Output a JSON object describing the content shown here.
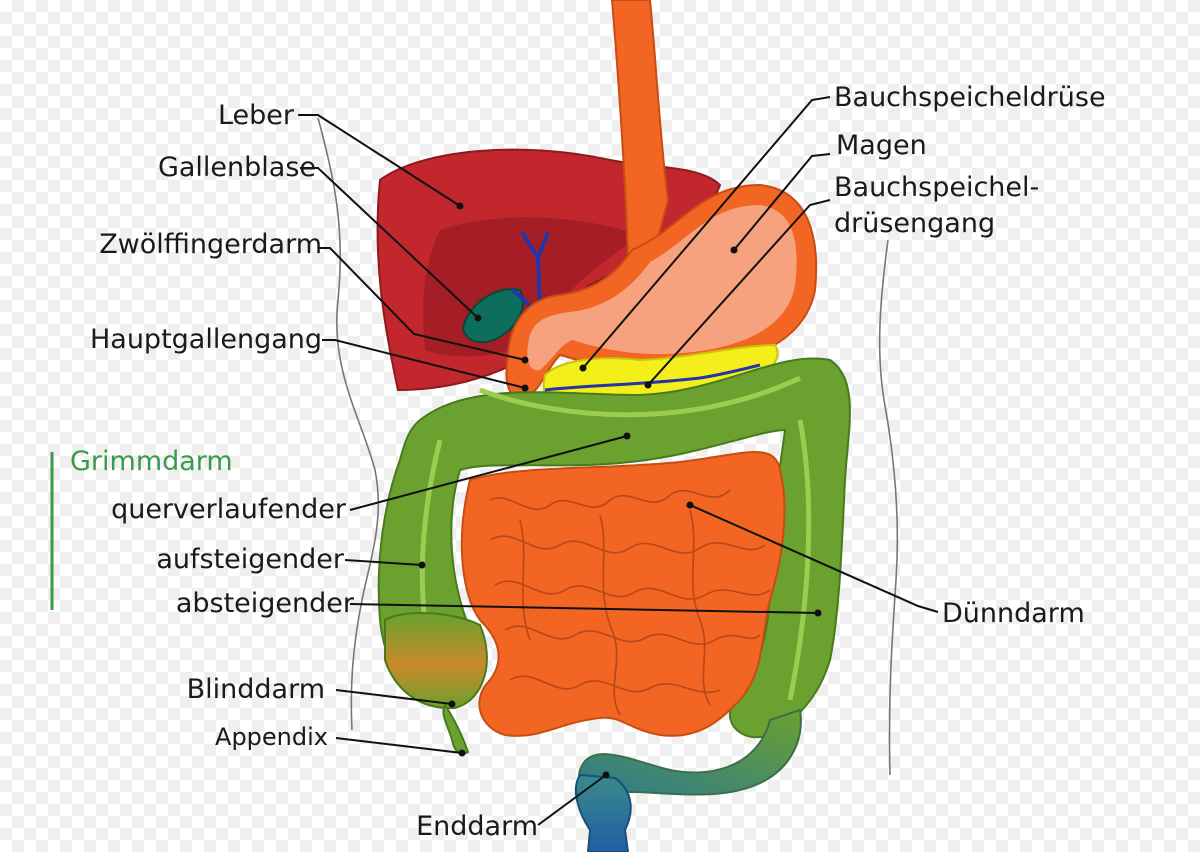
{
  "labels": {
    "leber": "Leber",
    "gallenblase": "Gallenblase",
    "zwoelffingerdarm": "Zwölffingerdarm",
    "hauptgallengang": "Hauptgallengang",
    "grimmdarm": "Grimmdarm",
    "querverlaufender": "querverlaufender",
    "aufsteigender": "aufsteigender",
    "absteigender": "absteigender",
    "blinddarm": "Blinddarm",
    "appendix": "Appendix",
    "enddarm": "Enddarm",
    "bauchspeicheldruese": "Bauchspeicheldrüse",
    "magen": "Magen",
    "bauchspeicheldruesengang_1": "Bauchspeichel-",
    "bauchspeicheldruesengang_2": "drüsengang",
    "duenndarm": "Dünndarm"
  },
  "colors": {
    "liver": "#c1272d",
    "liver_dark": "#a51e25",
    "gallbladder": "#0e6e5c",
    "bile_duct": "#2534a8",
    "esophagus": "#f26522",
    "stomach_fill": "#f7a27e",
    "pancreas": "#f4ee1b",
    "colon": "#6aa12f",
    "colon_light": "#9ccd52",
    "small_intestine": "#f26522",
    "rectum": "#2e7a8f",
    "bracket": "#3b9a4a"
  }
}
